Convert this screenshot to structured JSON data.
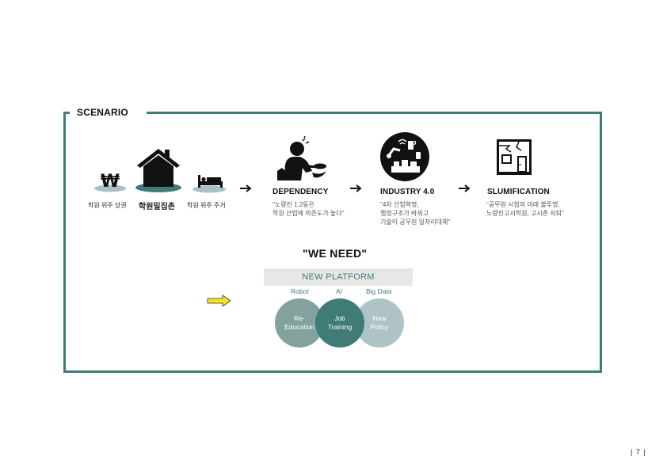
{
  "scenario": {
    "title": "SCENARIO"
  },
  "stage0": {
    "left_label": "학원 위주 상권",
    "center_label": "학원밀집촌",
    "right_label": "학원 위주 주거"
  },
  "stages": [
    {
      "title": "DEPENDENCY",
      "quote_lines": [
        "\"노량진 1,2동은",
        "학원 산업에 의존도가 높다\""
      ]
    },
    {
      "title": "INDUSTRY 4.0",
      "quote_lines": [
        "\"4차 산업혁명,",
        "행정구조가 바뀌고",
        "기술이 공무원 일자리대체\""
      ]
    },
    {
      "title": "SLUMIFICATION",
      "quote_lines": [
        "\"공무원 시험의 미래  불투명,",
        "노량진고시학원, 고시촌 쇠퇴\""
      ]
    }
  ],
  "need": {
    "title": "\"WE NEED\""
  },
  "platform": {
    "title": "NEW PLATFORM",
    "categories": [
      "Robot",
      "AI",
      "Big Data"
    ],
    "circles": [
      "Re-\nEducation",
      "Job\nTraining",
      "New\nPolicy"
    ]
  },
  "page": {
    "number": "|   7   |"
  },
  "colors": {
    "accent": "#3f7c78",
    "circle_left": "#83a29d",
    "circle_right": "#aec3c6",
    "arrow": "#f2e51c"
  }
}
